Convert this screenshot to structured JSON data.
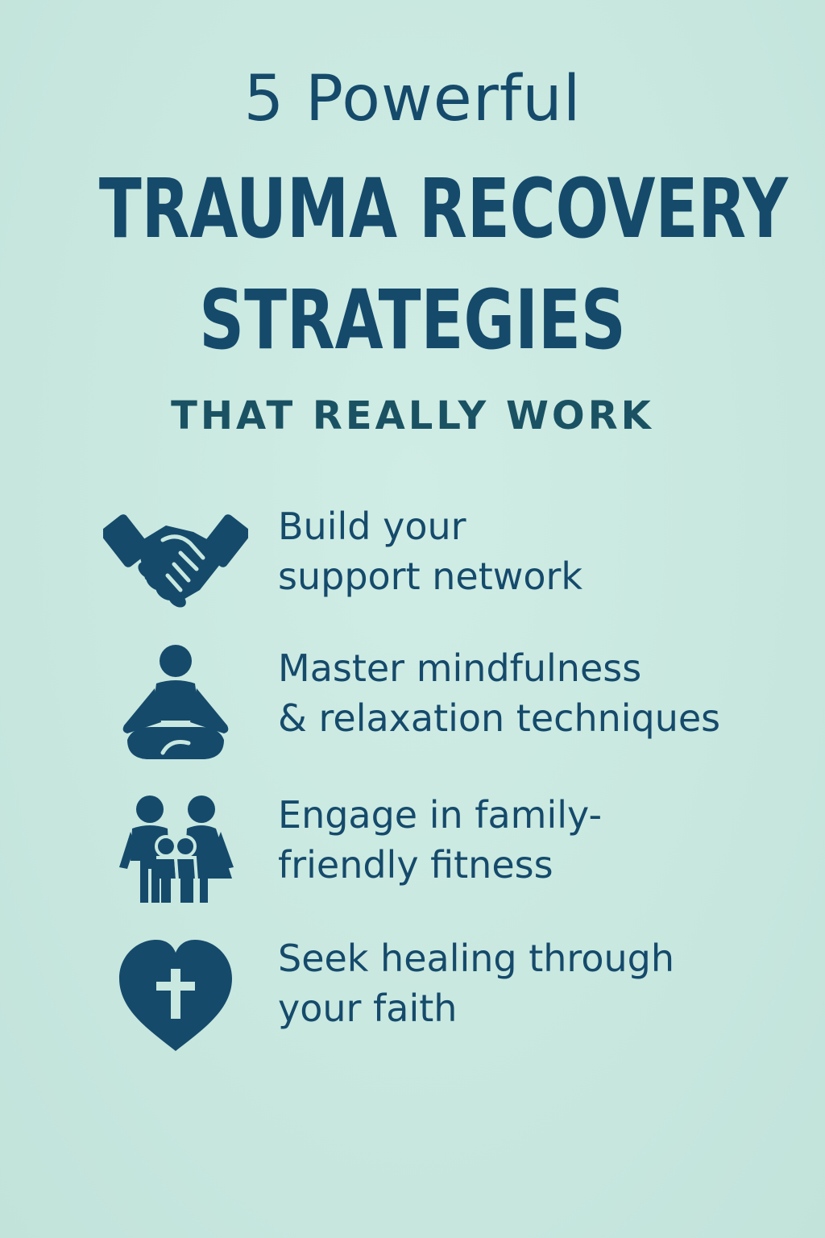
{
  "header": {
    "kicker": "5 Powerful",
    "title_line1": "TRAUMA RECOVERY",
    "title_line2": "STRATEGIES",
    "subtitle": "THAT REALLY WORK"
  },
  "strategies": [
    {
      "icon": "handshake-icon",
      "line1": "Build your",
      "line2": "support network"
    },
    {
      "icon": "meditation-icon",
      "line1": "Master mindfulness",
      "line2": "& relaxation techniques"
    },
    {
      "icon": "family-icon",
      "line1": "Engage in family-",
      "line2": "friendly fitness"
    },
    {
      "icon": "heart-cross-icon",
      "line1": "Seek healing through",
      "line2": "your faith"
    }
  ],
  "colors": {
    "background": "#c8e8e0",
    "text": "#154a6b"
  }
}
